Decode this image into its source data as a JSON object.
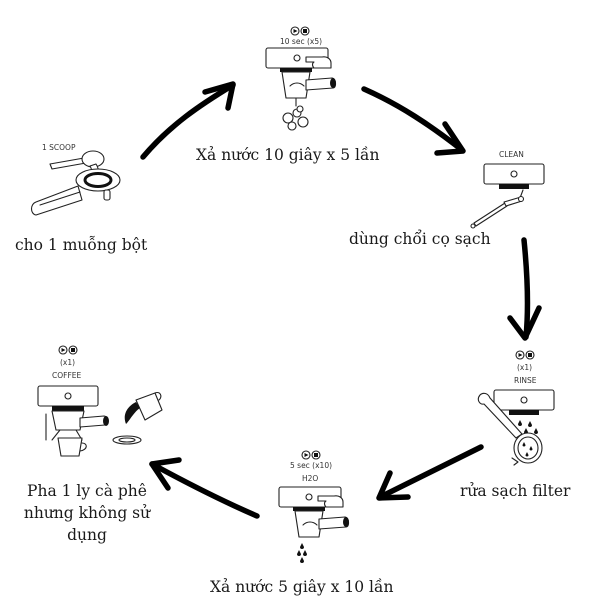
{
  "diagram": {
    "type": "cycle",
    "theme": {
      "ink": "#111111",
      "background": "#ffffff"
    },
    "steps": [
      {
        "id": "scoop",
        "icon_label": "1 SCOOP",
        "caption": "cho 1 muỗng bột"
      },
      {
        "id": "flush10",
        "icon_controls": "play-stop",
        "icon_label": "10 sec (x5)",
        "caption": "Xả nước 10 giây x 5 lần"
      },
      {
        "id": "clean",
        "icon_label": "CLEAN",
        "caption": "dùng chổi cọ sạch"
      },
      {
        "id": "rinse",
        "icon_controls": "play-stop",
        "icon_count": "(x1)",
        "icon_label": "RINSE",
        "caption": "rửa sạch filter"
      },
      {
        "id": "flush5",
        "icon_controls": "play-stop",
        "icon_label": "5 sec (x10)",
        "icon_sublabel": "H2O",
        "caption": "Xả nước 5 giây x 10 lần"
      },
      {
        "id": "coffee",
        "icon_controls": "play-stop",
        "icon_count": "(x1)",
        "icon_label": "COFFEE",
        "caption_lines": [
          "Pha 1 ly cà phê",
          "nhưng không sử",
          "dụng"
        ]
      }
    ],
    "flow": [
      "scoop→flush10",
      "flush10→clean",
      "clean→rinse",
      "rinse→flush5",
      "flush5→coffee"
    ]
  }
}
